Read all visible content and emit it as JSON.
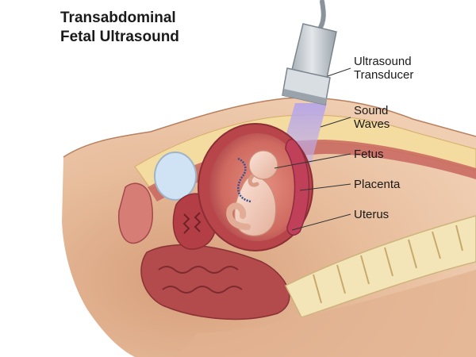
{
  "title": {
    "line1": "Transabdominal",
    "line2": "Fetal Ultrasound"
  },
  "labels": {
    "transducer": {
      "line1": "Ultrasound",
      "line2": "Transducer"
    },
    "waves": {
      "line1": "Sound",
      "line2": "Waves"
    },
    "fetus": "Fetus",
    "placenta": "Placenta",
    "uterus": "Uterus"
  },
  "colors": {
    "skin": "#e7bd9c",
    "skin_shadow": "#c98f6d",
    "uterus_wall": "#b8454a",
    "amniotic": "#d77a6e",
    "fetus": "#f1cfc0",
    "placenta": "#c0405a",
    "bone": "#f3e5b8",
    "sound_waves": "#b7a6e6",
    "transducer": "#c7cdd3"
  }
}
